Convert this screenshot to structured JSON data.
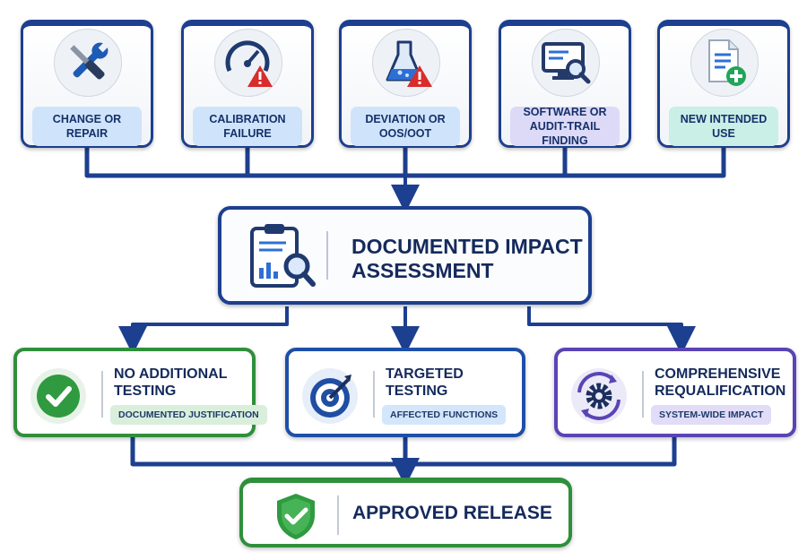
{
  "triggers": [
    {
      "label": "CHANGE OR REPAIR",
      "icon": "wrench-screwdriver-icon",
      "pill_color": "#cfe4fa"
    },
    {
      "label": "CALIBRATION FAILURE",
      "icon": "gauge-warning-icon",
      "pill_color": "#cfe4fa"
    },
    {
      "label": "DEVIATION OR OOS/OOT",
      "icon": "flask-warning-icon",
      "pill_color": "#cfe4fa"
    },
    {
      "label": "SOFTWARE OR AUDIT-TRAIL FINDING",
      "icon": "monitor-magnifier-icon",
      "pill_color": "#dcdaf7"
    },
    {
      "label": "NEW INTENDED USE",
      "icon": "document-plus-icon",
      "pill_color": "#c9efe6"
    }
  ],
  "assessment": {
    "title": "DOCUMENTED IMPACT ASSESSMENT",
    "icon": "clipboard-magnifier-icon"
  },
  "outcomes": [
    {
      "title": "NO ADDITIONAL TESTING",
      "detail": "DOCUMENTED JUSTIFICATION",
      "icon": "checkmark-circle-icon",
      "color": "#2f8f3b",
      "pill_color": "#d9efdc"
    },
    {
      "title": "TARGETED TESTING",
      "detail": "AFFECTED FUNCTIONS",
      "icon": "target-arrow-icon",
      "color": "#1d4fa8",
      "pill_color": "#d3e6fb"
    },
    {
      "title": "COMPREHENSIVE REQUALIFICATION",
      "detail": "SYSTEM-WIDE IMPACT",
      "icon": "gear-cycle-icon",
      "color": "#5a44b5",
      "pill_color": "#e1dcf7"
    }
  ],
  "release": {
    "title": "APPROVED RELEASE",
    "icon": "shield-check-icon"
  },
  "colors": {
    "navy": "#1d3f8f",
    "green": "#2f8f3b",
    "purple": "#5a44b5",
    "warning": "#d92c2c"
  }
}
